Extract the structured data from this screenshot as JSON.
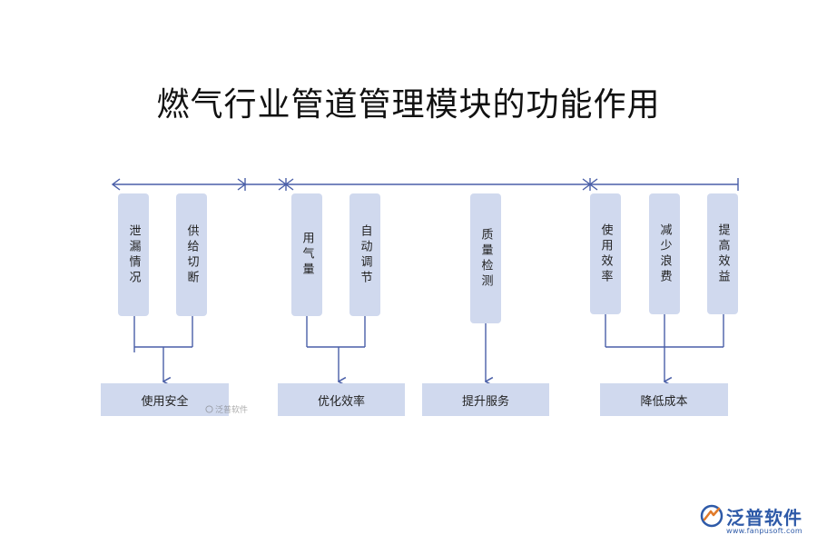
{
  "title": "燃气行业管道管理模块的功能作用",
  "items": [
    {
      "label": "泄漏情况"
    },
    {
      "label": "供给切断"
    },
    {
      "label": "用气量"
    },
    {
      "label": "自动调节"
    },
    {
      "label": "质量检测"
    },
    {
      "label": "使用效率"
    },
    {
      "label": "减少浪费"
    },
    {
      "label": "提高效益"
    }
  ],
  "results": [
    {
      "label": "使用安全"
    },
    {
      "label": "优化效率"
    },
    {
      "label": "提升服务"
    },
    {
      "label": "降低成本"
    }
  ],
  "watermark": {
    "mini_text": "泛普软件"
  },
  "logo": {
    "name": "泛普软件",
    "url": "www.fanpusoft.com"
  },
  "colors": {
    "box": "#d0d9ee",
    "line": "#4a5fa8",
    "brand": "#2e5aa8"
  }
}
